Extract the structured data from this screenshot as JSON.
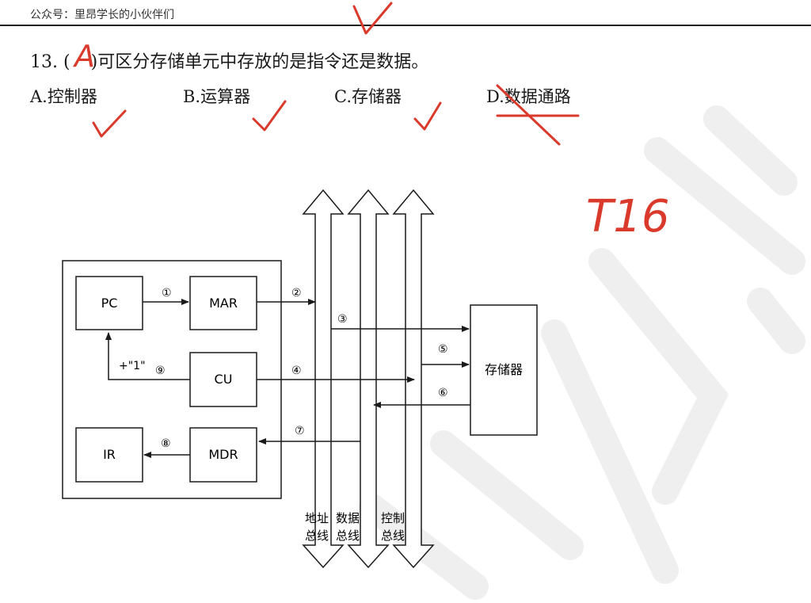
{
  "header": {
    "text": "公众号：里昂学长的小伙伴们"
  },
  "question": {
    "number": "13.",
    "open_paren": "(",
    "close_paren": ")",
    "text": "可区分存储单元中存放的是指令还是数据。",
    "options": [
      {
        "label": "A.控制器"
      },
      {
        "label": "B.运算器"
      },
      {
        "label": "C.存储器"
      },
      {
        "label": "D.数据通路"
      }
    ]
  },
  "handwriting": {
    "answer": "A",
    "note": "T16"
  },
  "diagram": {
    "boxes": {
      "pc": "PC",
      "mar": "MAR",
      "cu": "CU",
      "ir": "IR",
      "mdr": "MDR",
      "memory": "存储器"
    },
    "plus_one": "+\"1\"",
    "steps": [
      "①",
      "②",
      "③",
      "④",
      "⑤",
      "⑥",
      "⑦",
      "⑧",
      "⑨"
    ],
    "buses": [
      {
        "line1": "地址",
        "line2": "总线"
      },
      {
        "line1": "数据",
        "line2": "总线"
      },
      {
        "line1": "控制",
        "line2": "总线"
      }
    ]
  },
  "colors": {
    "ink": "#1a1a1a",
    "handwriting": "#d93a2b",
    "watermark": "#eeeeee"
  }
}
